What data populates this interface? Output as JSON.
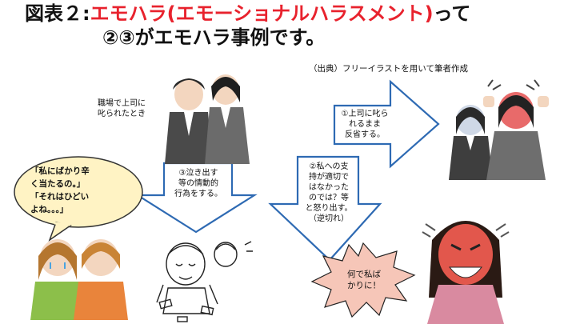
{
  "title": {
    "prefix": "図表２:",
    "highlight": "エモハラ(エモーショナルハラスメント)",
    "suffix": "って",
    "line2": "②③がエモハラ事例です。"
  },
  "credit": "（出典）フリーイラストを用いて筆者作成",
  "scene_label": "職場で上司に\n叱られたとき",
  "reactions": [
    {
      "id": "1",
      "text": "①上司に叱ら\nれるまま\n反省する。"
    },
    {
      "id": "2",
      "text": "②私への支\n持が適切で\nはなかった\nのでは？等\nと怒り出す。\n（逆切れ）"
    },
    {
      "id": "3",
      "text": "③泣き出す\n等の情動的\n行為をする。"
    }
  ],
  "speech_bubble": "「私にばかり辛\nく当たるの。」\n「それはひどい\nよね。。。」",
  "burst_text": "何で私ば\nかりに！",
  "colors": {
    "title_red": "#e8222d",
    "arrow_fill": "#ffffff",
    "arrow_stroke": "#2e6ab3",
    "bubble_fill": "#fff3c4",
    "bubble_stroke": "#333333",
    "burst_fill": "#f6c6b8"
  },
  "icons": [
    "boss-and-employee-illustration",
    "crying-woman-illustration",
    "angry-woman-illustration",
    "scolded-woman-illustration",
    "comforting-women-illustration",
    "sobbing-sketch-illustration"
  ]
}
